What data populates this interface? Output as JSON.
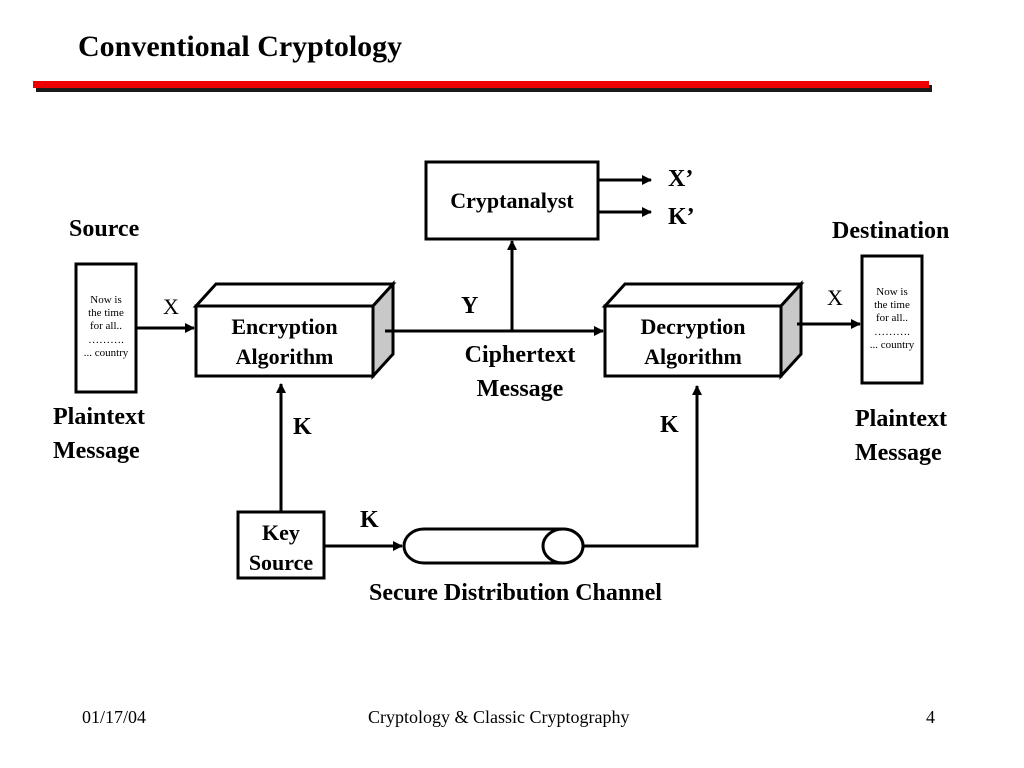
{
  "slide": {
    "title": "Conventional Cryptology",
    "accent_color": "#ee0000"
  },
  "diagram": {
    "source": {
      "label": "Source",
      "document_lines": [
        "Now is",
        "the time",
        "for all..",
        "……….",
        "... country"
      ],
      "caption_lines": [
        "Plaintext",
        "Message"
      ]
    },
    "destination": {
      "label": "Destination",
      "document_lines": [
        "Now is",
        "the time",
        "for all..",
        "……….",
        "... country"
      ],
      "caption_lines": [
        "Plaintext",
        "Message"
      ]
    },
    "encryption": {
      "lines": [
        "Encryption",
        "Algorithm"
      ]
    },
    "decryption": {
      "lines": [
        "Decryption",
        "Algorithm"
      ]
    },
    "cryptanalyst": {
      "label": "Cryptanalyst",
      "output_x": "X’",
      "output_k": "K’"
    },
    "key_source": {
      "lines": [
        "Key",
        "Source"
      ]
    },
    "channel": {
      "label": "Secure Distribution Channel"
    },
    "ciphertext": {
      "symbol": "Y",
      "lines": [
        "Ciphertext",
        "Message"
      ]
    },
    "symbols": {
      "x_in": "X",
      "x_out": "X",
      "k_encrypt": "K",
      "k_decrypt": "K",
      "k_channel": "K"
    }
  },
  "footer": {
    "date": "01/17/04",
    "course": "Cryptology & Classic Cryptography",
    "page_number": "4"
  }
}
